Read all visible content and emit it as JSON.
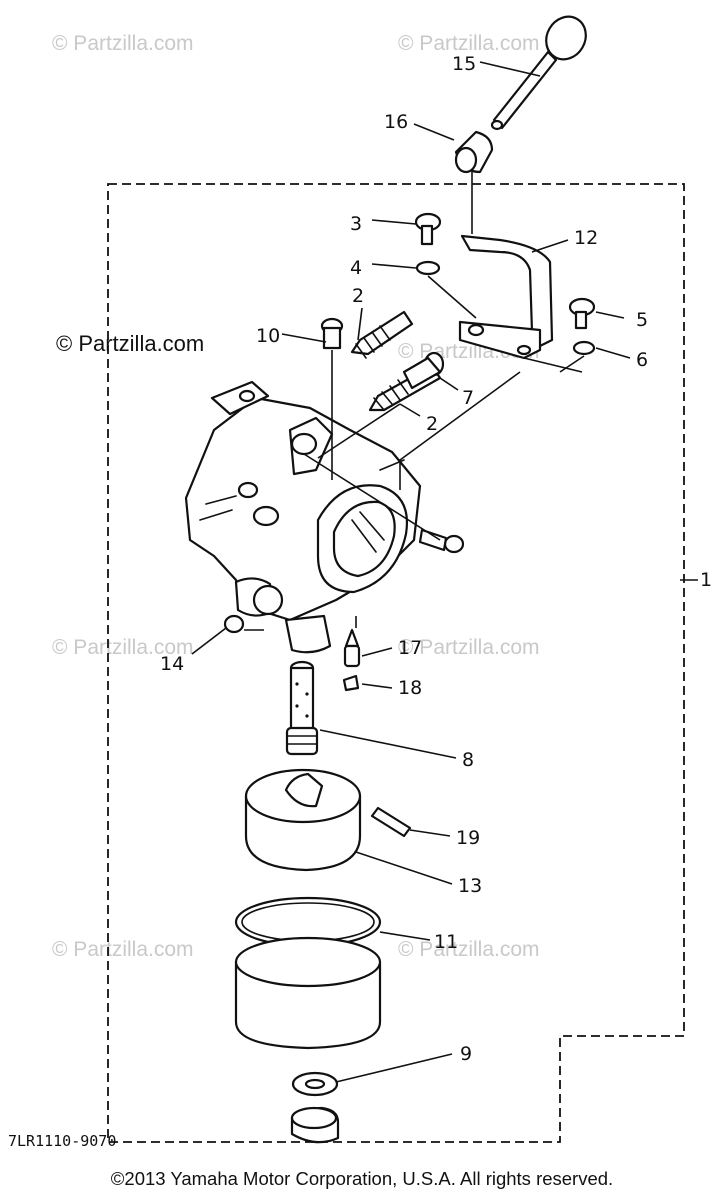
{
  "watermarks": {
    "text": "© Partzilla.com",
    "prominent": "© Partzilla.com"
  },
  "diagram_code": "7LR1110-9070",
  "copyright": "©2013  Yamaha Motor Corporation, U.S.A. All rights reserved.",
  "callouts": {
    "c1": "1",
    "c2a": "2",
    "c2b": "2",
    "c3": "3",
    "c4": "4",
    "c5": "5",
    "c6": "6",
    "c7": "7",
    "c8": "8",
    "c9": "9",
    "c10": "10",
    "c11": "11",
    "c12": "12",
    "c13": "13",
    "c14": "14",
    "c15": "15",
    "c16": "16",
    "c17": "17",
    "c18": "18",
    "c19": "19"
  },
  "colors": {
    "ink": "#111111",
    "watermark": "#c9c9c9",
    "background": "#ffffff"
  }
}
